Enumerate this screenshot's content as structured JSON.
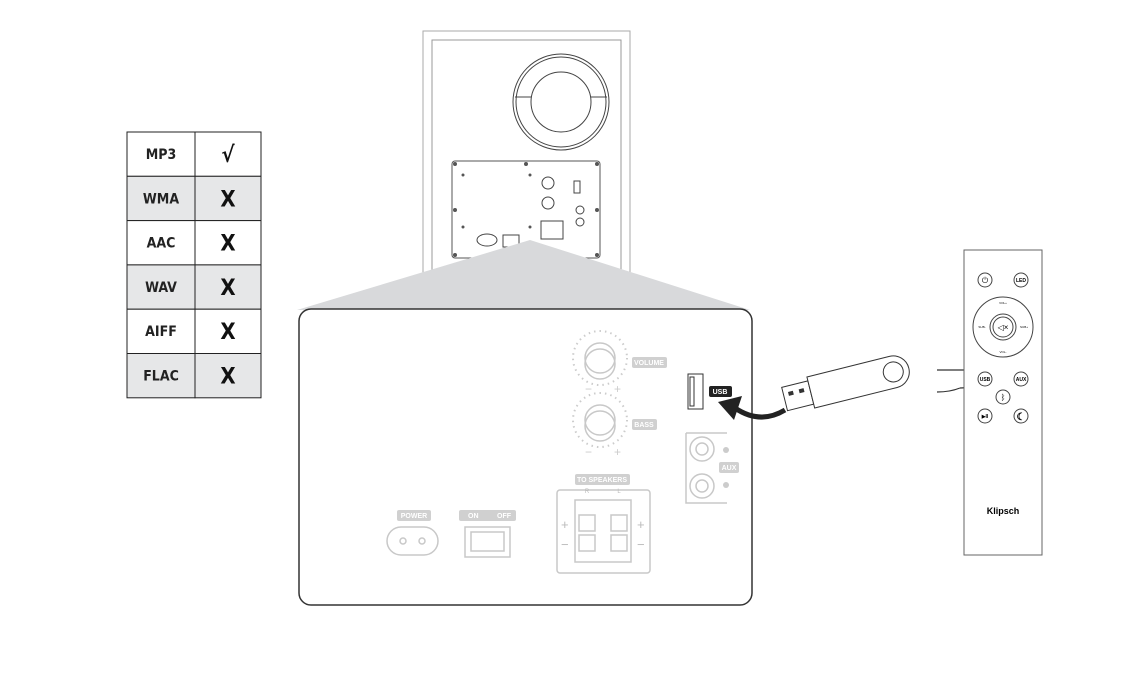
{
  "format_table": {
    "rows": [
      {
        "format": "MP3",
        "supported": "√"
      },
      {
        "format": "WMA",
        "supported": "X"
      },
      {
        "format": "AAC",
        "supported": "X"
      },
      {
        "format": "WAV",
        "supported": "X"
      },
      {
        "format": "AIFF",
        "supported": "X"
      },
      {
        "format": "FLAC",
        "supported": "X"
      }
    ],
    "shade_color": "#e6e7e8"
  },
  "panel": {
    "volume": "VOLUME",
    "bass": "BASS",
    "usb": "USB",
    "aux": "AUX",
    "to_speakers": "TO SPEAKERS",
    "r": "R",
    "l": "L",
    "power": "POWER",
    "on": "ON",
    "off": "OFF",
    "minus": "−",
    "plus": "+"
  },
  "remote": {
    "led": "LED",
    "usb": "USB",
    "aux": "AUX",
    "vol_up": "VOL+",
    "vol_down": "VOL-",
    "sub_down": "SUB-",
    "sub_up": "SUB+",
    "play_pause": "▶II",
    "brand": "Klipsch"
  }
}
